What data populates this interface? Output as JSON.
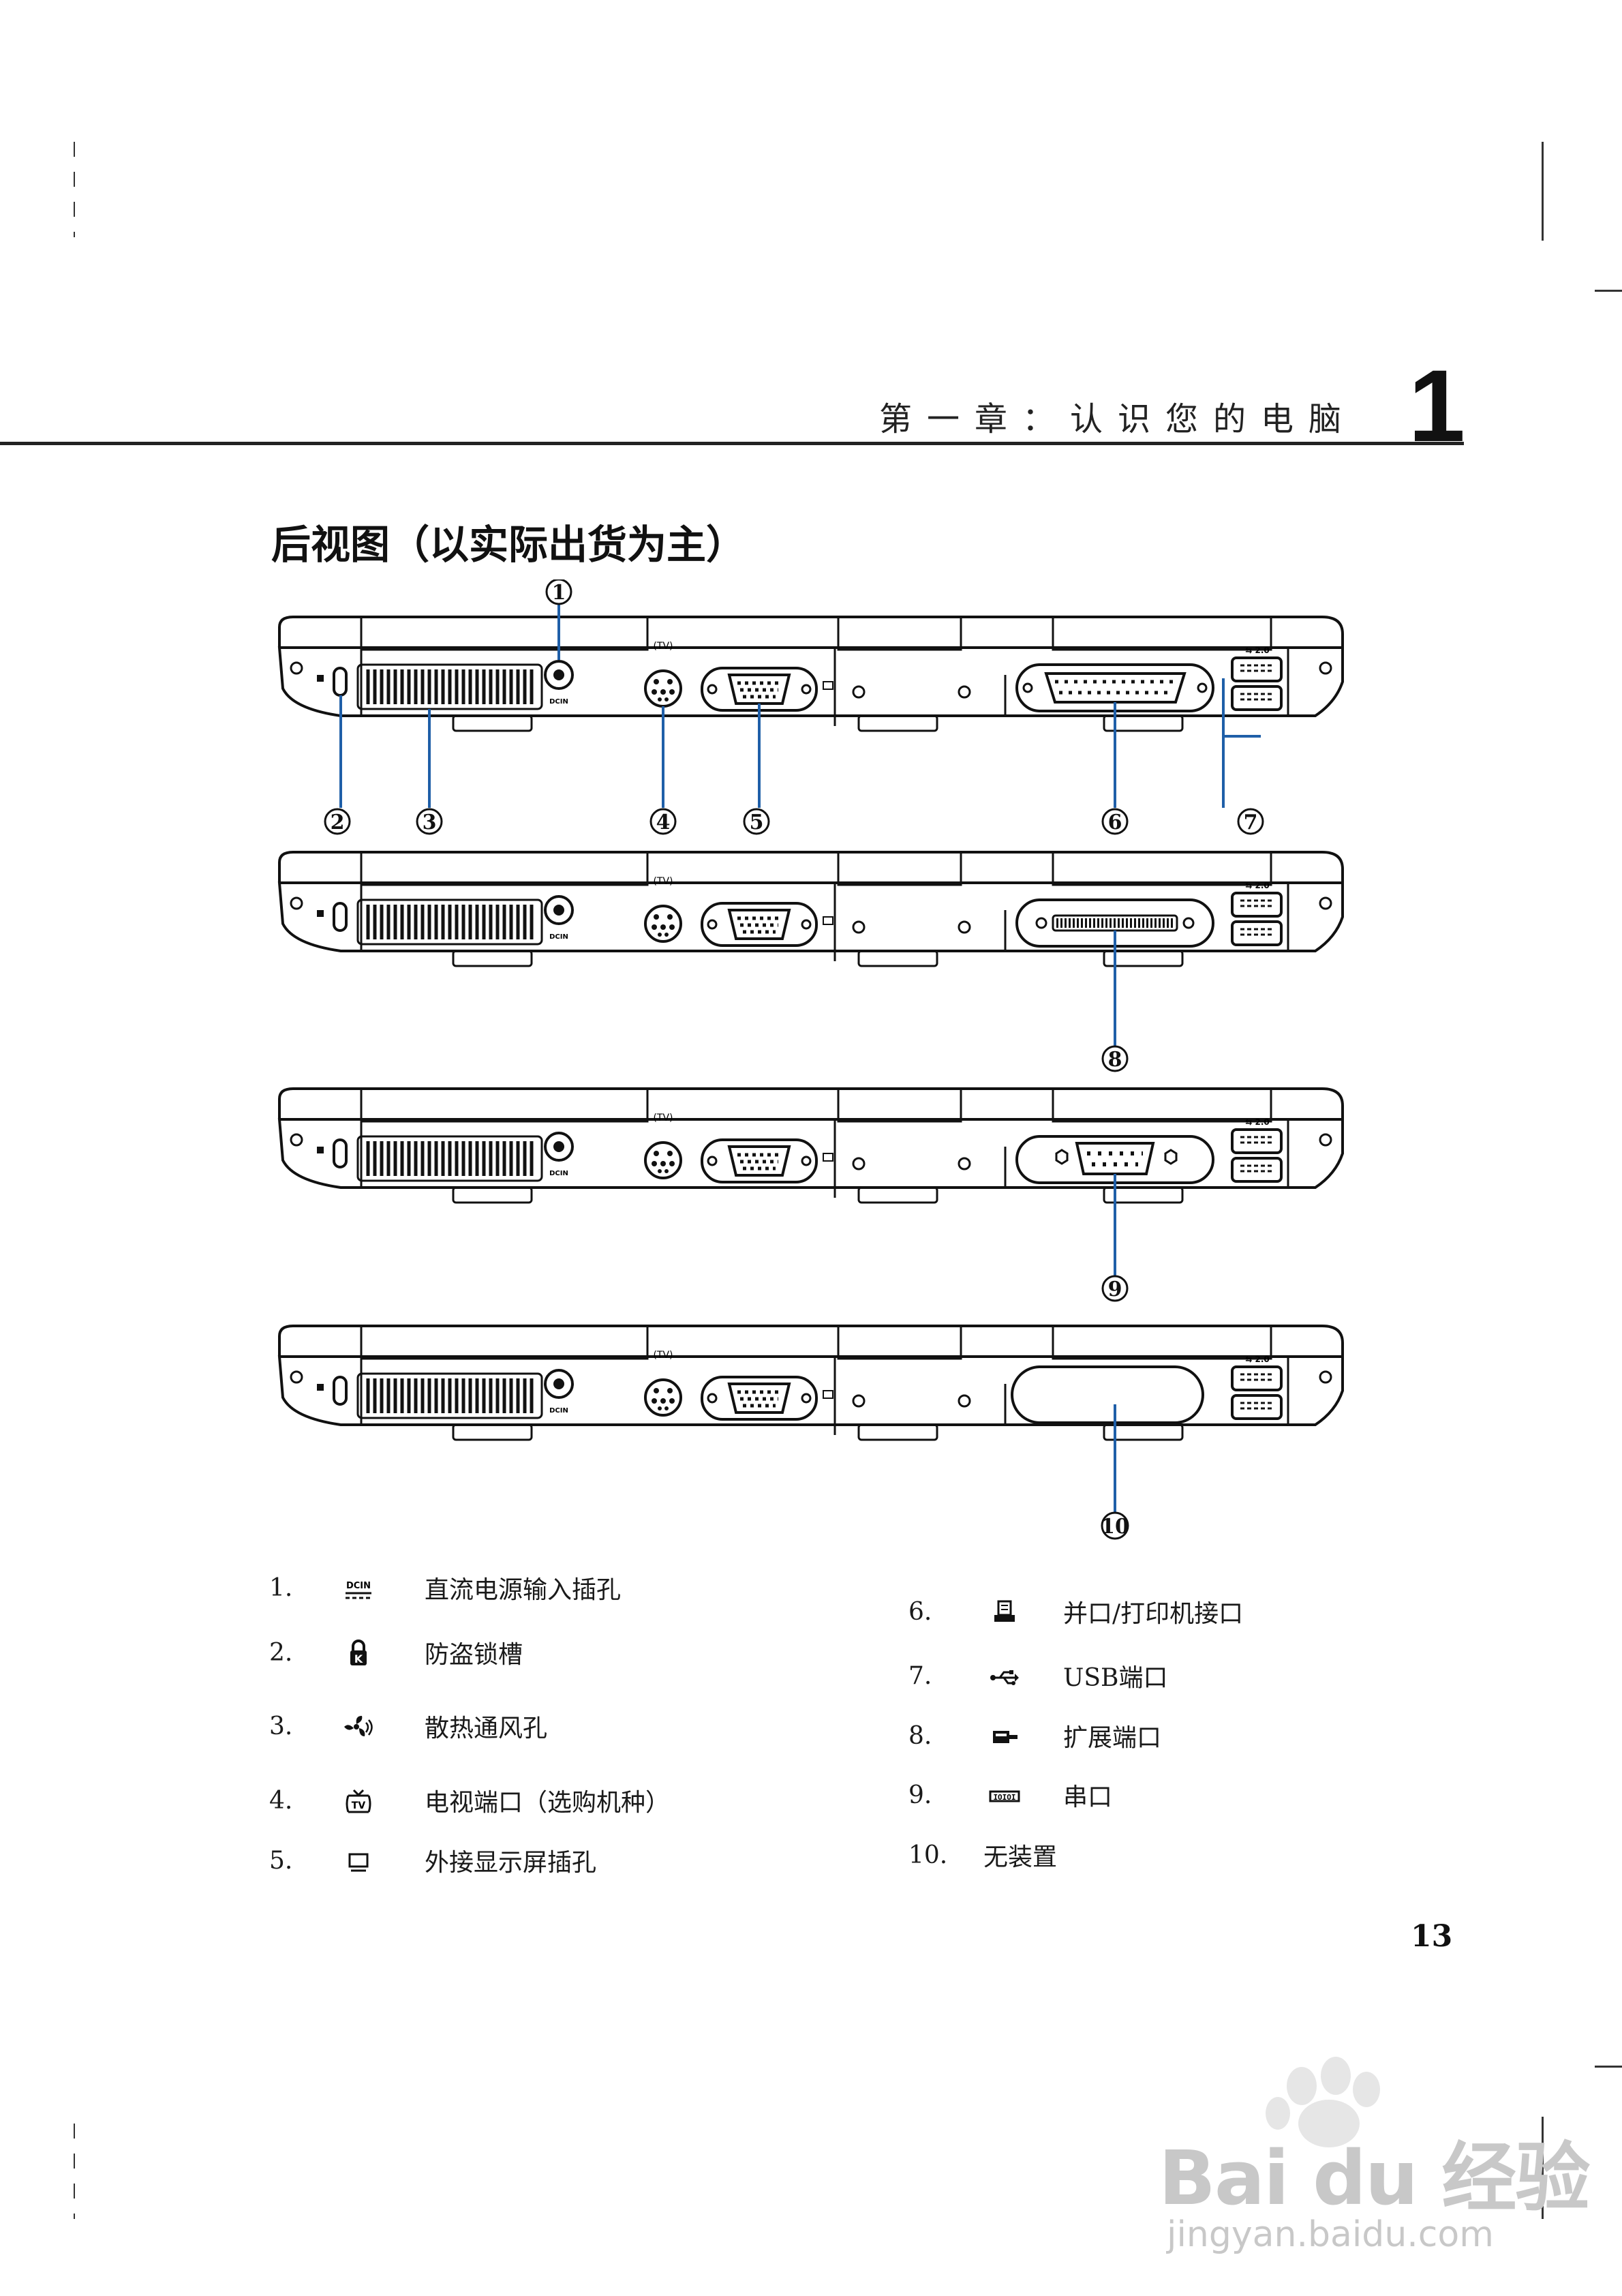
{
  "header": {
    "chapter_title": "第一章：认识您的电脑",
    "chapter_number": "1"
  },
  "section_title": "后视图（以实际出货为主）",
  "diagram": {
    "callouts": [
      "①",
      "②",
      "③",
      "④",
      "⑤",
      "⑥",
      "⑦",
      "⑧",
      "⑨",
      "⑩"
    ],
    "port_labels": {
      "dcin": "DCIN",
      "usb": "2.0"
    },
    "accent_color": "#1f5fa8"
  },
  "legend": {
    "left": [
      {
        "num": "1.",
        "icon": "dc-in-icon",
        "text": "直流电源输入插孔"
      },
      {
        "num": "2.",
        "icon": "kensington-lock-icon",
        "text": "防盗锁槽"
      },
      {
        "num": "3.",
        "icon": "fan-vent-icon",
        "text": "散热通风孔"
      },
      {
        "num": "4.",
        "icon": "tv-icon",
        "text": "电视端口（选购机种）"
      },
      {
        "num": "5.",
        "icon": "monitor-icon",
        "text": "外接显示屏插孔"
      }
    ],
    "right": [
      {
        "num": "6.",
        "icon": "printer-icon",
        "text": "并口/打印机接口"
      },
      {
        "num": "7.",
        "icon": "usb-icon",
        "text": "USB端口"
      },
      {
        "num": "8.",
        "icon": "expansion-port-icon",
        "text": "扩展端口"
      },
      {
        "num": "9.",
        "icon": "serial-port-icon",
        "text": "串口"
      },
      {
        "num": "10.",
        "icon": "",
        "text": "无装置"
      }
    ]
  },
  "page_number": "13",
  "watermark": {
    "brand": "Bai du 经验",
    "url": "jingyan.baidu.com"
  }
}
